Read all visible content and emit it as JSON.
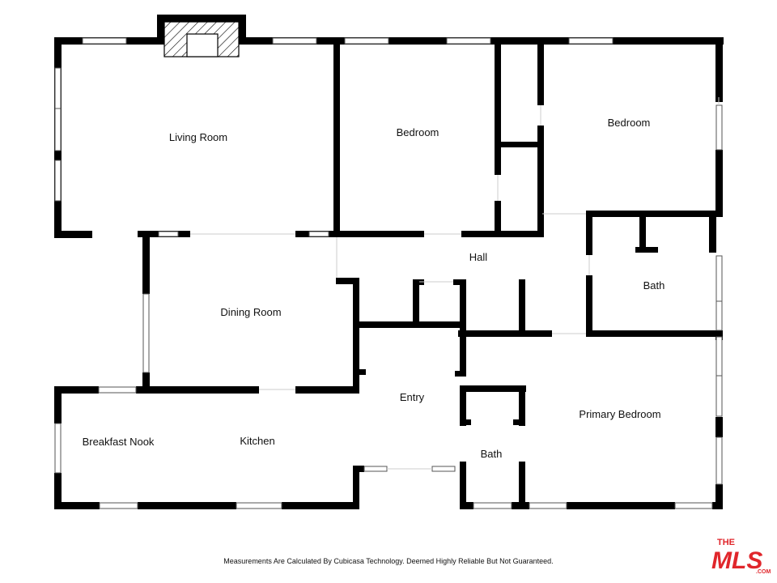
{
  "rooms": {
    "living_room": "Living Room",
    "bedroom_1": "Bedroom",
    "bedroom_2": "Bedroom",
    "hall": "Hall",
    "bath_1": "Bath",
    "dining_room": "Dining Room",
    "entry": "Entry",
    "primary_bedroom": "Primary Bedroom",
    "breakfast_nook": "Breakfast Nook",
    "kitchen": "Kitchen",
    "bath_2": "Bath"
  },
  "footer": {
    "disclaimer": "Measurements Are Calculated By Cubicasa Technology. Deemed Highly Reliable But Not Guaranteed."
  },
  "logo": {
    "top_text": "THE",
    "main_text": "MLS",
    "suffix_text": ".COM",
    "color": "#e0262b"
  },
  "colors": {
    "wall": "#000000",
    "window_frame": "#555555",
    "background": "#ffffff"
  }
}
